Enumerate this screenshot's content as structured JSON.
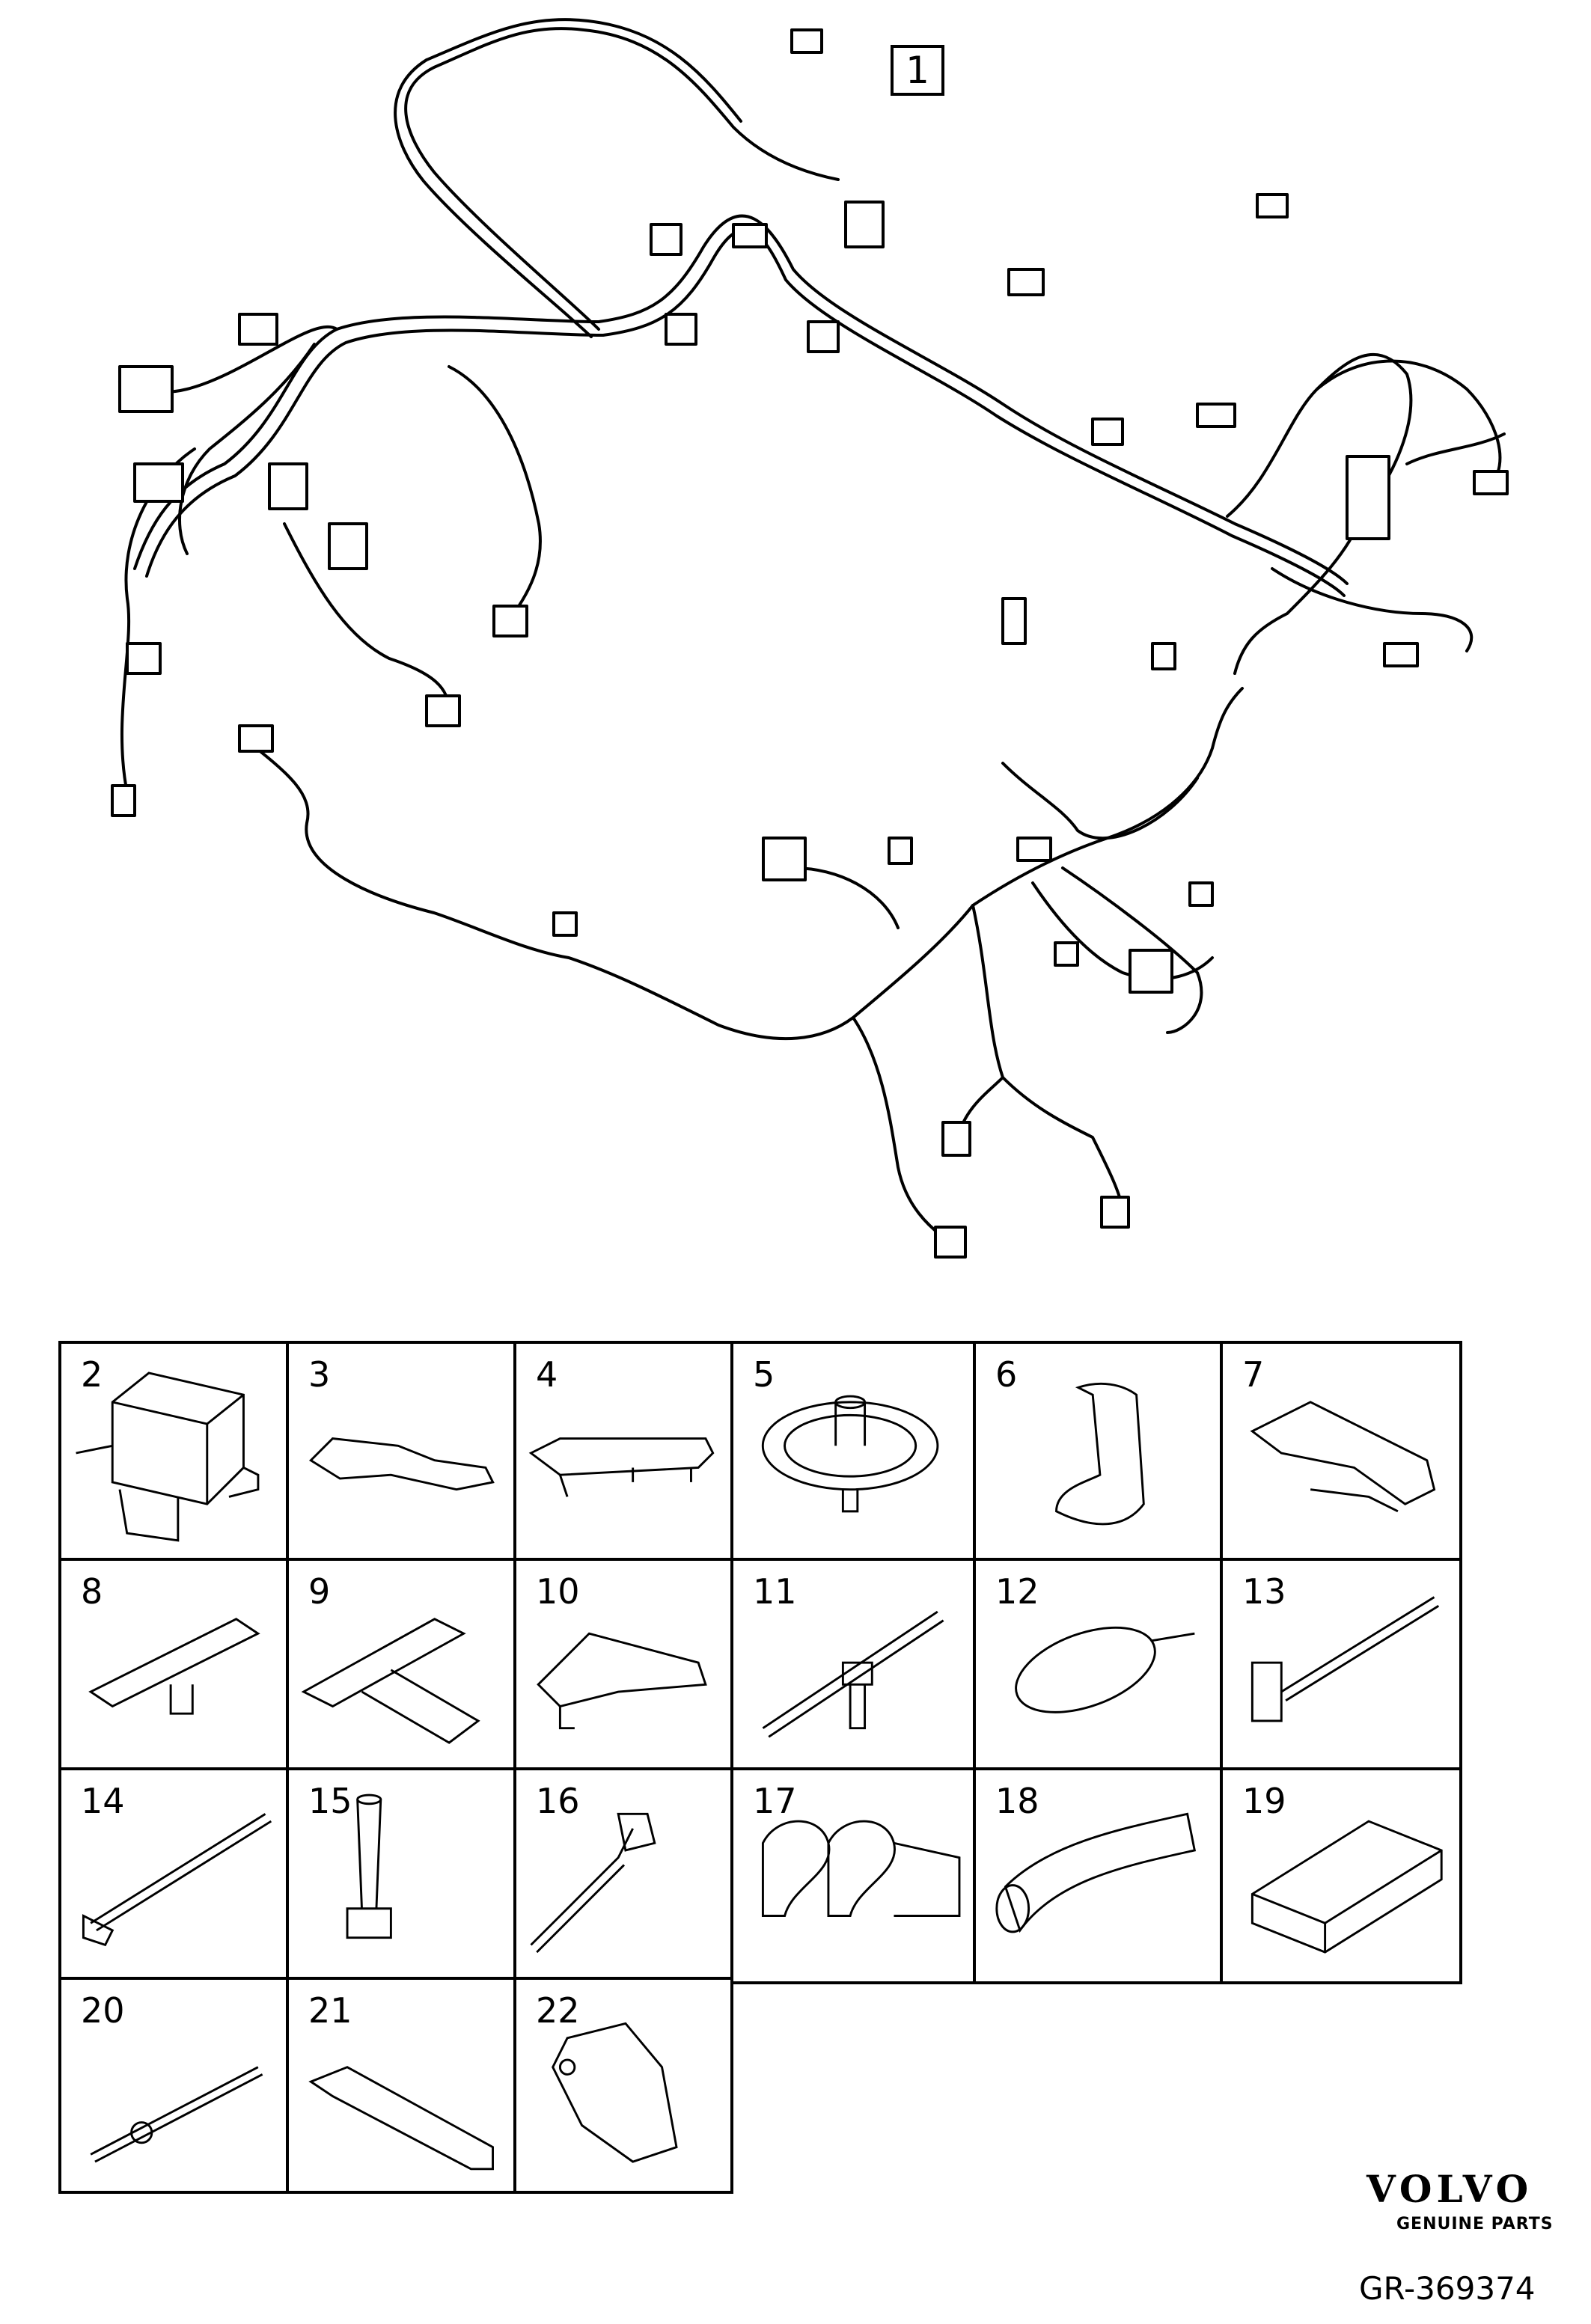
{
  "main_callout": "1",
  "parts": [
    {
      "num": "2"
    },
    {
      "num": "3"
    },
    {
      "num": "4"
    },
    {
      "num": "5"
    },
    {
      "num": "6"
    },
    {
      "num": "7"
    },
    {
      "num": "8"
    },
    {
      "num": "9"
    },
    {
      "num": "10"
    },
    {
      "num": "11"
    },
    {
      "num": "12"
    },
    {
      "num": "13"
    },
    {
      "num": "14"
    },
    {
      "num": "15"
    },
    {
      "num": "16"
    },
    {
      "num": "17"
    },
    {
      "num": "18"
    },
    {
      "num": "19"
    },
    {
      "num": "20"
    },
    {
      "num": "21"
    },
    {
      "num": "22"
    }
  ],
  "footer": {
    "brand": "VOLVO",
    "tagline": "GENUINE PARTS",
    "diagram_code": "GR-369374"
  }
}
